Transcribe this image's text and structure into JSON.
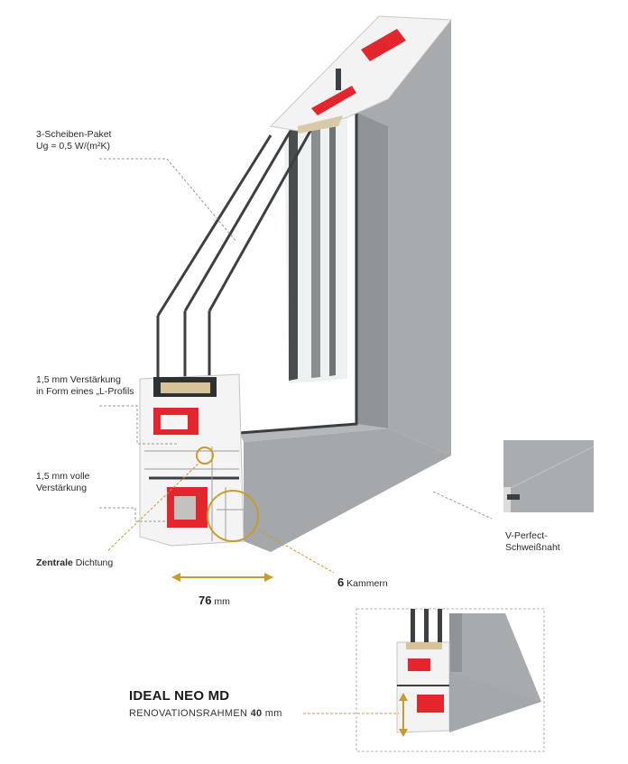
{
  "labels": {
    "glazing_line1": "3-Scheiben-Paket",
    "glazing_line2": "Ug = 0,5 W/(m²K)",
    "reinf_l_line1": "1,5 mm Verstärkung",
    "reinf_l_line2": "in Form eines „L-Profils",
    "reinf_full_line1": "1,5 mm volle",
    "reinf_full_line2": "Verstärkung",
    "seal_bold": "Zentrale",
    "seal_rest": " Dichtung",
    "depth_value": "76",
    "depth_unit": " mm",
    "chambers_value": "6",
    "chambers_rest": " Kammern",
    "weld_line1": "V-Perfect-",
    "weld_line2": "Schweißnaht"
  },
  "product": {
    "name": "IDEAL NEO MD",
    "subtitle_prefix": "RENOVATIONSRAHMEN ",
    "subtitle_value": "40",
    "subtitle_unit": " mm"
  },
  "colors": {
    "frame_grey": "#a4a8aa",
    "profile_white": "#f1f1f1",
    "reinforcement_red": "#e3262d",
    "accent_gold": "#c99a2e",
    "leader_grey": "#9a9a9a"
  }
}
